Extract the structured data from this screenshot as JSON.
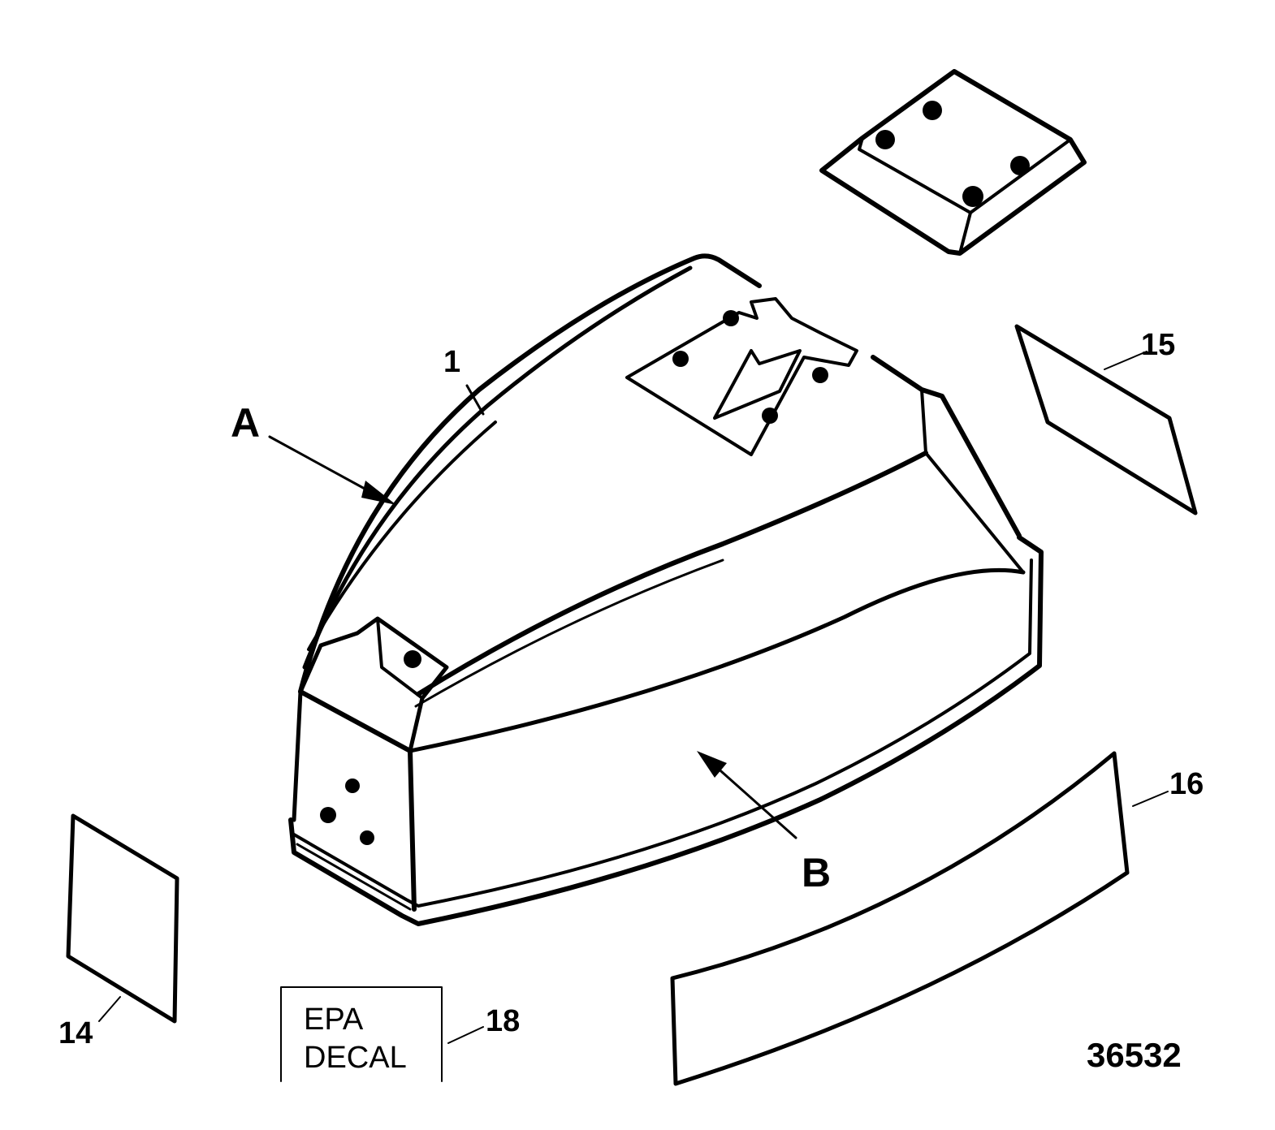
{
  "callouts": {
    "c1": "1",
    "cA": "A",
    "cB": "B",
    "c14": "14",
    "c15": "15",
    "c16": "16",
    "c18": "18"
  },
  "decal": {
    "line1": "EPA",
    "line2": "DECAL"
  },
  "figure_number": "36532",
  "colors": {
    "ink": "#000000",
    "paper": "#ffffff"
  }
}
